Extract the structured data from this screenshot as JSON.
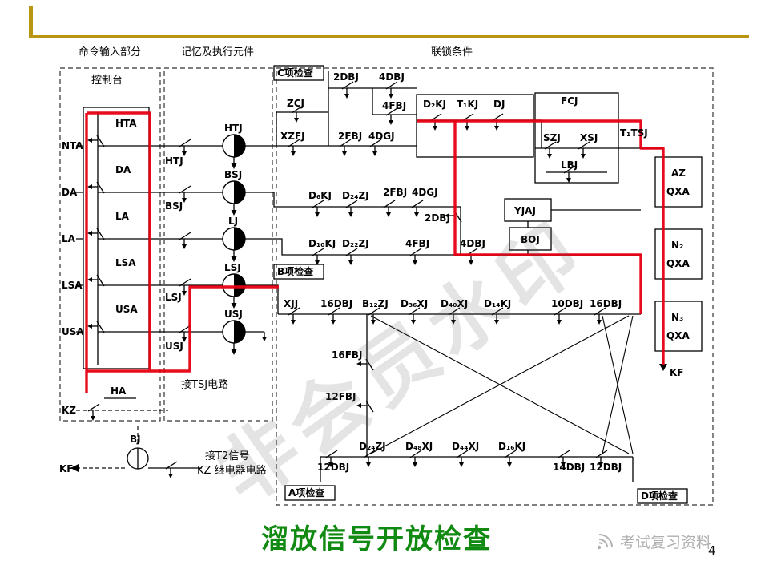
{
  "slide": {
    "title": "溜放信号开放检查",
    "page_number": "4",
    "footer_watermark": "考试复习资料",
    "diagonal_watermark": "非会员水印",
    "title_color": "#118a11",
    "accent_gold": "#b8960f",
    "red_path_color": "#e60012"
  },
  "sections": {
    "cmd": "命令输入部分",
    "mem": "记忆及执行元件",
    "interlock": "联锁条件",
    "console": "控制台"
  },
  "checks": {
    "a": "A项检查",
    "b": "B项检查",
    "c": "C项检查",
    "d": "D项检查"
  },
  "console": {
    "outside": [
      "NTA",
      "DA",
      "LA",
      "LSA",
      "USA"
    ],
    "inside": [
      "HTA",
      "DA",
      "LA",
      "LSA",
      "USA"
    ],
    "ha": "HA",
    "kz": "KZ"
  },
  "relays": {
    "left_labels": [
      "HTJ",
      "BSJ",
      "LSJ",
      "USJ"
    ],
    "names": [
      "HTJ",
      "BSJ",
      "LJ",
      "LSJ",
      "USJ"
    ],
    "tsj_note": "接TSJ电路",
    "bj": "BJ",
    "kf": "KF",
    "t2_line1": "接T2信号",
    "t2_line2": "KZ 继电器电路"
  },
  "top_net": {
    "dbj2": "2DBJ",
    "dbj4": "4DBJ",
    "zcj": "ZCJ",
    "fbj4": "4FBJ",
    "xzfj": "XZFJ",
    "fbj2": "2FBJ",
    "dgj4": "4DGJ",
    "d2kj": "D₂KJ",
    "t1kj": "T₁KJ",
    "dj": "DJ",
    "fcj": "FCJ",
    "szj": "SZJ",
    "xsj": "XSJ",
    "lbj": "LBJ",
    "t1tsj": "T₁TSJ"
  },
  "mid_net": {
    "d6kj": "D₆KJ",
    "d24zj": "D₂₄ZJ",
    "fbj2": "2FBJ",
    "dgj4": "4DGJ",
    "dbj2": "2DBJ",
    "d10kj": "D₁₀KJ",
    "d22zj": "D₂₂ZJ",
    "fbj4": "4FBJ",
    "dbj4": "4DBJ",
    "yjaj": "YJAJ",
    "boj": "BOJ"
  },
  "bus": {
    "xjj": "XJJ",
    "dbj16a": "16DBJ",
    "b12zj": "B₁₂ZJ",
    "d36xj": "D₃₆XJ",
    "d40xj": "D₄₀XJ",
    "d14kj": "D₁₄KJ",
    "dbj10": "10DBJ",
    "dbj16b": "16DBJ",
    "fbj16": "16FBJ",
    "fbj12": "12FBJ"
  },
  "bottom_net": {
    "d24zj": "D₂₄ZJ",
    "d48xj": "D₄₈XJ",
    "d44xj": "D₄₄XJ",
    "d16kj": "D₁₆KJ",
    "dbj12a": "12DBJ",
    "dbj14": "14DBJ",
    "dbj12b": "12DBJ"
  },
  "right_boxes": {
    "b1l1": "AZ",
    "b1l2": "QXA",
    "b2l1": "N₂",
    "b2l2": "QXA",
    "b3l1": "N₃",
    "b3l2": "QXA",
    "kf": "KF"
  }
}
